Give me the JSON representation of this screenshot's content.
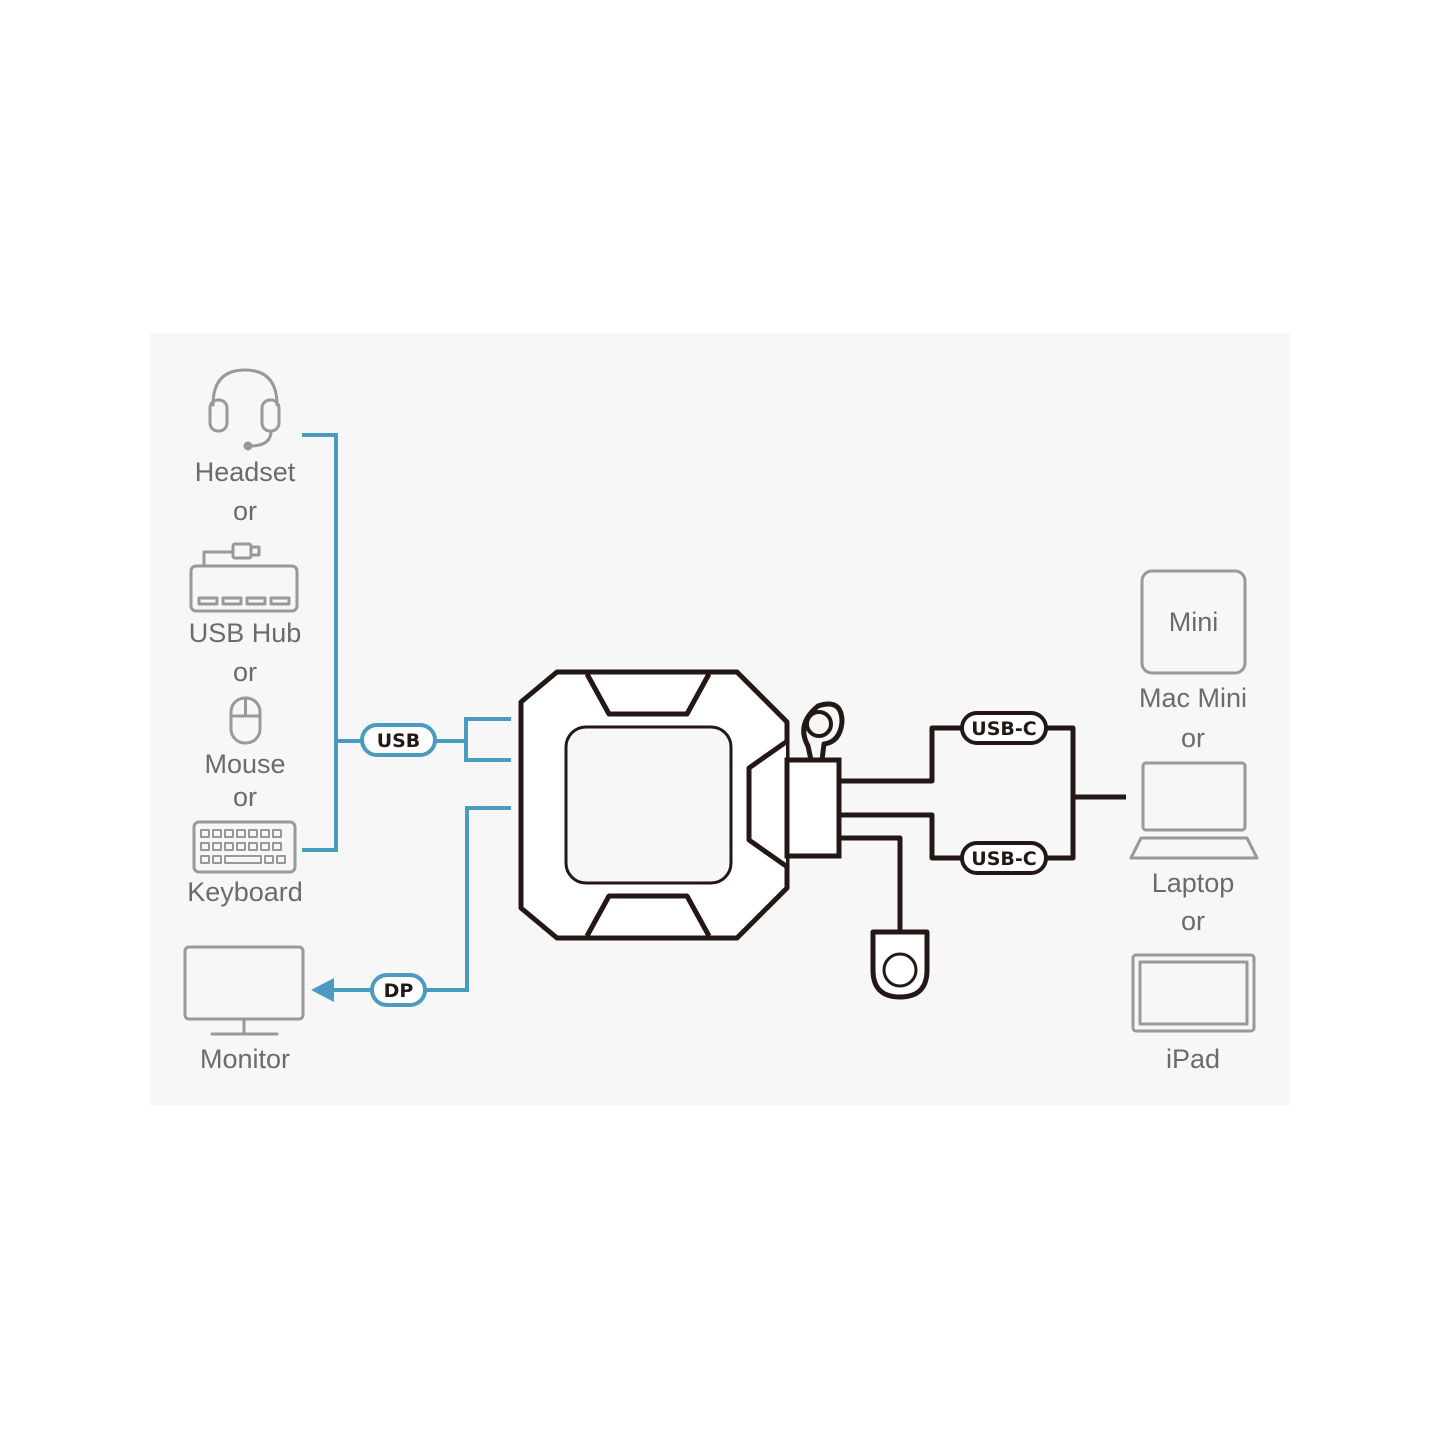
{
  "left_devices": {
    "headset": "Headset",
    "or_1": "or",
    "usb_hub": "USB Hub",
    "or_2": "or",
    "mouse": "Mouse",
    "or_3": "or",
    "keyboard": "Keyboard",
    "monitor": "Monitor"
  },
  "right_devices": {
    "mac_mini_badge": "Mini",
    "mac_mini": "Mac Mini",
    "or_1": "or",
    "laptop": "Laptop",
    "or_2": "or",
    "ipad": "iPad"
  },
  "connectors": {
    "usb": "USB",
    "dp": "DP",
    "usbc_top": "USB-C",
    "usbc_bottom": "USB-C"
  },
  "colors": {
    "panel_background": "#f7f7f7",
    "cable_blue": "#4a9bbf",
    "device_outline_dark": "#231815",
    "peripheral_gray": "#999999"
  },
  "icons": [
    "headset-icon",
    "usb-hub-icon",
    "mouse-icon",
    "keyboard-icon",
    "monitor-icon",
    "mac-mini-icon",
    "laptop-icon",
    "ipad-icon",
    "kvm-switch-icon",
    "remote-button-icon"
  ]
}
